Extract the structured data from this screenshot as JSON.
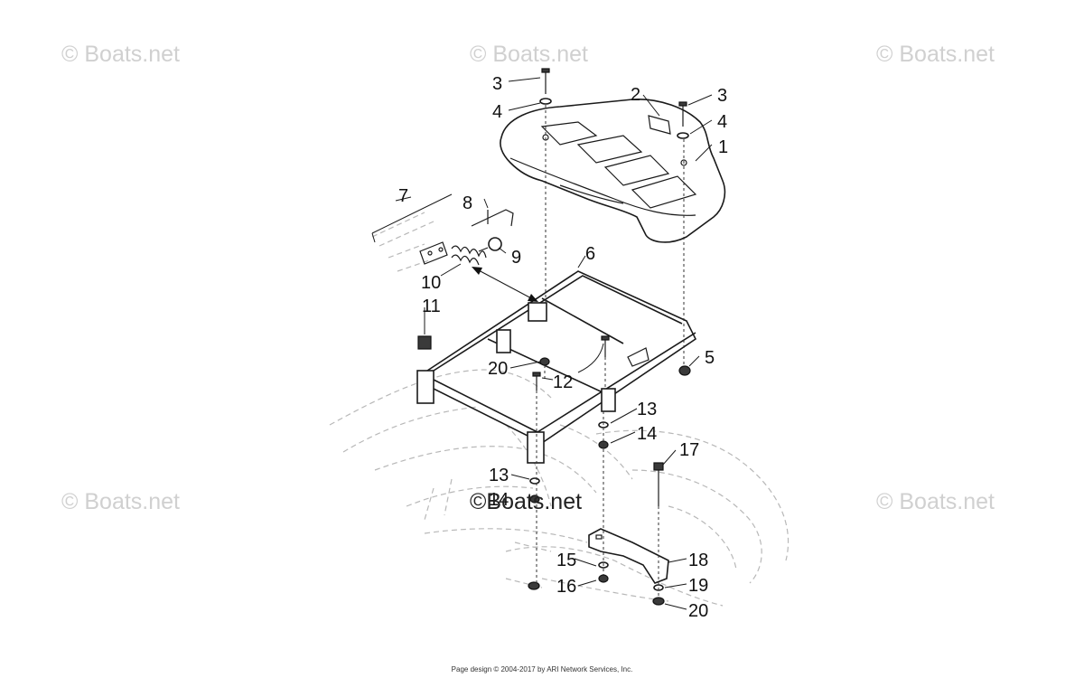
{
  "watermarks": [
    "© Boats.net",
    "© Boats.net",
    "© Boats.net",
    "© Boats.net",
    "© Boats.net",
    "©Boats.net"
  ],
  "footer": "Page design © 2004-2017 by ARI Network Services, Inc.",
  "callouts": [
    "1",
    "2",
    "3",
    "3",
    "4",
    "4",
    "5",
    "6",
    "7",
    "8",
    "9",
    "10",
    "11",
    "12",
    "13",
    "13",
    "14",
    "14",
    "15",
    "16",
    "17",
    "18",
    "19",
    "20",
    "20"
  ]
}
